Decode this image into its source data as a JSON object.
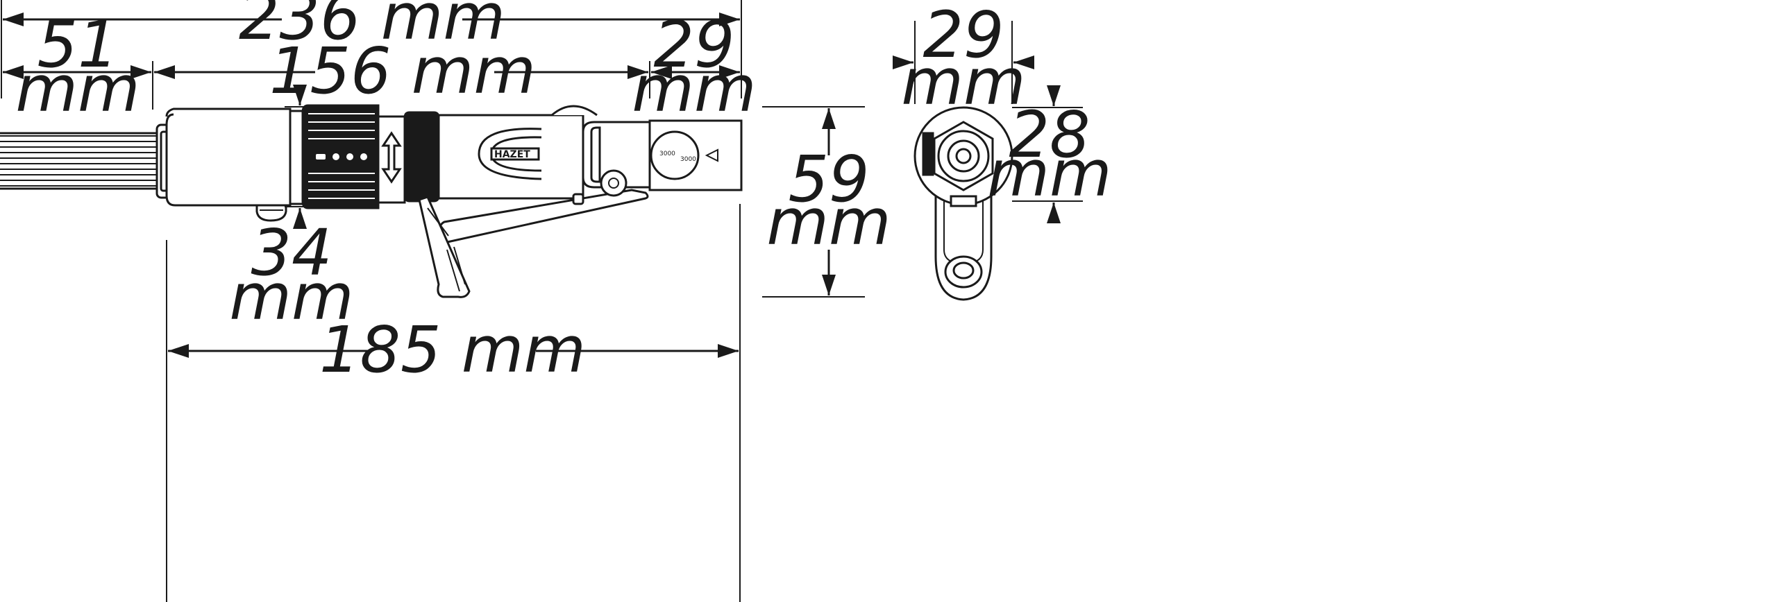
{
  "dimensions": {
    "total_length": "236 mm",
    "needle_length_value": "51",
    "needle_length_unit": "mm",
    "body_length": "156 mm",
    "inlet_length_value": "29",
    "inlet_length_unit": "mm",
    "body_height_value": "59",
    "body_height_unit": "mm",
    "front_diameter_value": "34",
    "front_diameter_unit": "mm",
    "handle_length": "185 mm",
    "side_width_value": "29",
    "side_width_unit": "mm",
    "side_height_value": "28",
    "side_height_unit": "mm"
  },
  "tool": {
    "brand": "HAZET",
    "icons": [
      "double-arrow-icon",
      "triangle-pointer-icon"
    ]
  }
}
